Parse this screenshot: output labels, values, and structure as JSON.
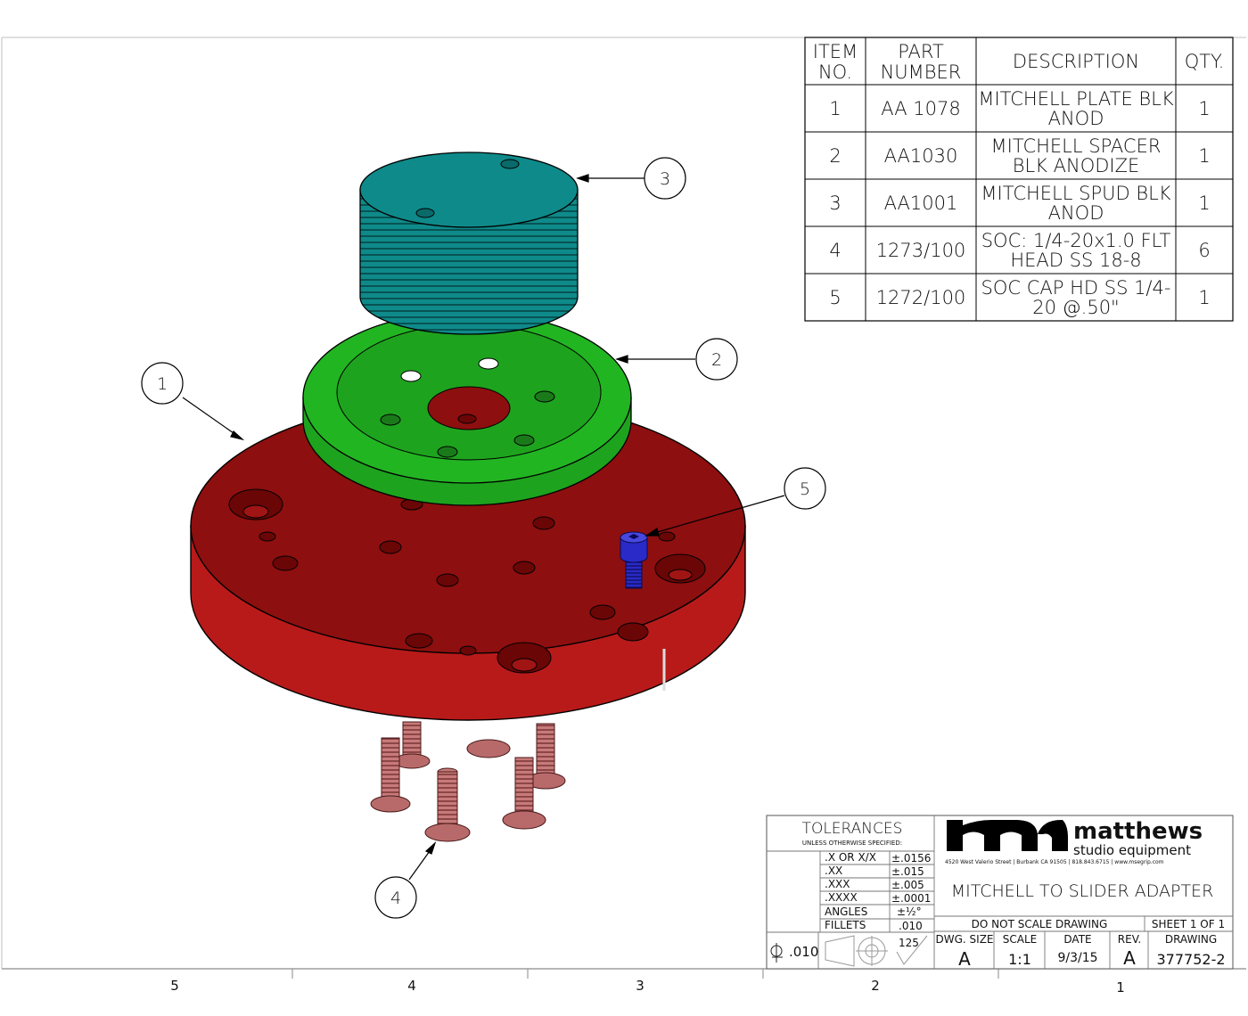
{
  "bom": {
    "headers": {
      "item_line1": "ITEM",
      "item_line2": "NO.",
      "part_line1": "PART",
      "part_line2": "NUMBER",
      "description": "DESCRIPTION",
      "qty": "QTY."
    },
    "rows": [
      {
        "item": "1",
        "part": "AA 1078",
        "desc1": "MITCHELL PLATE BLK",
        "desc2": "ANOD",
        "qty": "1"
      },
      {
        "item": "2",
        "part": "AA1030",
        "desc1": "MITCHELL SPACER",
        "desc2": "BLK ANODIZE",
        "qty": "1"
      },
      {
        "item": "3",
        "part": "AA1001",
        "desc1": "MITCHELL SPUD BLK",
        "desc2": "ANOD",
        "qty": "1"
      },
      {
        "item": "4",
        "part": "1273/100",
        "desc1": "SOC: 1/4-20x1.0 FLT",
        "desc2": "HEAD SS 18-8",
        "qty": "6"
      },
      {
        "item": "5",
        "part": "1272/100",
        "desc1": "SOC CAP HD SS 1/4-",
        "desc2": "20 @.50\"",
        "qty": "1"
      }
    ]
  },
  "balloons": [
    "1",
    "2",
    "3",
    "4",
    "5"
  ],
  "zones": [
    "5",
    "4",
    "3",
    "2",
    "1"
  ],
  "title_block": {
    "tolerances_title": "TOLERANCES",
    "tolerances_subtitle": "UNLESS OTHERWISE SPECIFIED:",
    "tolerances": [
      {
        "label": ".X OR X/X",
        "value": "±.0156"
      },
      {
        "label": ".XX",
        "value": "±.015"
      },
      {
        "label": ".XXX",
        "value": "±.005"
      },
      {
        "label": ".XXXX",
        "value": "±.0001"
      },
      {
        "label": "ANGLES",
        "value": "±½°"
      },
      {
        "label": "FILLETS",
        "value": ".010"
      }
    ],
    "centerline_value": ".010",
    "surface_finish": "125",
    "company_name": "matthews",
    "company_sub": "studio equipment",
    "company_address": "4520 West Valerio Street  |  Burbank CA 91505  |  818.843.6715  |  www.msegrip.com",
    "drawing_title": "MITCHELL TO SLIDER ADAPTER",
    "do_not_scale": "DO NOT SCALE DRAWING",
    "sheet": "SHEET 1  OF  1",
    "labels": {
      "size": "DWG. SIZE",
      "scale": "SCALE",
      "date": "DATE",
      "rev": "REV.",
      "drawing": "DRAWING"
    },
    "values": {
      "size": "A",
      "scale": "1:1",
      "date": "9/3/15",
      "rev": "A",
      "drawing": "377752-2"
    }
  },
  "colors": {
    "plate": "#8e0f0f",
    "plate_side": "#b81a1a",
    "spacer": "#1ea31e",
    "spud": "#0f8a8a",
    "bolt": "#c87a7a",
    "cap_screw": "#2a2ac8",
    "line": "#000000"
  }
}
